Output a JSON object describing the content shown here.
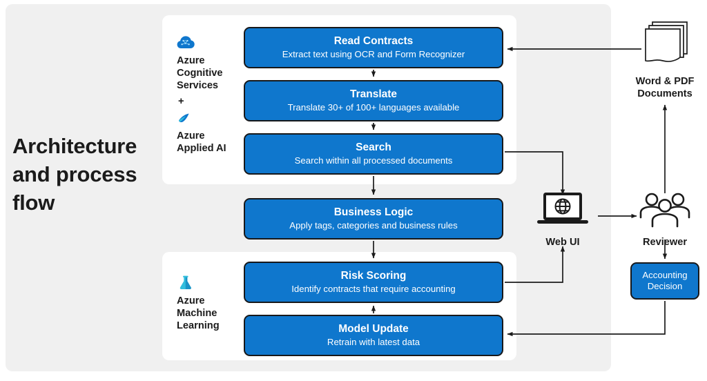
{
  "page": {
    "title_line1": "Architecture",
    "title_line2": "and process",
    "title_line3": "flow",
    "title_full": "Architecture and process flow"
  },
  "colors": {
    "box_fill": "#0f77cd",
    "box_border": "#17181a",
    "panel_gray": "#f0f0f0",
    "panel_white": "#ffffff",
    "text_dark": "#1b1b1b",
    "text_light": "#ffffff",
    "azure_blue": "#0f77cd",
    "azure_cyan": "#32bedd"
  },
  "services": [
    {
      "id": "cognitive",
      "icon": "azure-cognitive-services-icon",
      "label": "Azure Cognitive Services",
      "label_lines": [
        "Azure",
        "Cognitive",
        "Services"
      ],
      "separator": "+",
      "icon2": "azure-applied-ai-icon",
      "label2": "Azure Applied AI",
      "label2_lines": [
        "Azure",
        "Applied AI"
      ]
    },
    {
      "id": "machine-learning",
      "icon": "azure-machine-learning-icon",
      "label": "Azure Machine Learning",
      "label_lines": [
        "Azure",
        "Machine",
        "Learning"
      ]
    }
  ],
  "process_steps": [
    {
      "id": "read-contracts",
      "title": "Read Contracts",
      "subtitle": "Extract text using OCR and Form Recognizer"
    },
    {
      "id": "translate",
      "title": "Translate",
      "subtitle": "Translate 30+ of 100+ languages available"
    },
    {
      "id": "search",
      "title": "Search",
      "subtitle": "Search within all processed documents"
    },
    {
      "id": "business-logic",
      "title": "Business Logic",
      "subtitle": "Apply tags, categories and business rules"
    },
    {
      "id": "risk-scoring",
      "title": "Risk Scoring",
      "subtitle": "Identify contracts that require accounting"
    },
    {
      "id": "model-update",
      "title": "Model Update",
      "subtitle": "Retrain with latest data"
    }
  ],
  "nodes": [
    {
      "id": "documents",
      "icon": "documents-stack-icon",
      "label": "Word & PDF Documents",
      "label_lines": [
        "Word & PDF",
        "Documents"
      ]
    },
    {
      "id": "web-ui",
      "icon": "laptop-globe-icon",
      "label": "Web UI",
      "label_lines": [
        "Web UI"
      ]
    },
    {
      "id": "reviewer",
      "icon": "people-group-icon",
      "label": "Reviewer",
      "label_lines": [
        "Reviewer"
      ]
    }
  ],
  "decision": {
    "id": "accounting-decision",
    "title": "Accounting Decision",
    "line1": "Accounting",
    "line2": "Decision"
  },
  "connections": [
    {
      "from": "documents",
      "to": "read-contracts",
      "direction": "left"
    },
    {
      "from": "read-contracts",
      "to": "translate",
      "direction": "down"
    },
    {
      "from": "translate",
      "to": "search",
      "direction": "down"
    },
    {
      "from": "search",
      "to": "business-logic",
      "direction": "down"
    },
    {
      "from": "search",
      "to": "web-ui",
      "direction": "right-down"
    },
    {
      "from": "business-logic",
      "to": "risk-scoring",
      "direction": "down"
    },
    {
      "from": "model-update",
      "to": "risk-scoring",
      "direction": "up"
    },
    {
      "from": "risk-scoring",
      "to": "web-ui",
      "direction": "right-up"
    },
    {
      "from": "web-ui",
      "to": "reviewer",
      "direction": "right"
    },
    {
      "from": "reviewer",
      "to": "documents",
      "direction": "up"
    },
    {
      "from": "reviewer",
      "to": "accounting-decision",
      "direction": "down"
    },
    {
      "from": "accounting-decision",
      "to": "model-update",
      "direction": "down-left"
    }
  ]
}
